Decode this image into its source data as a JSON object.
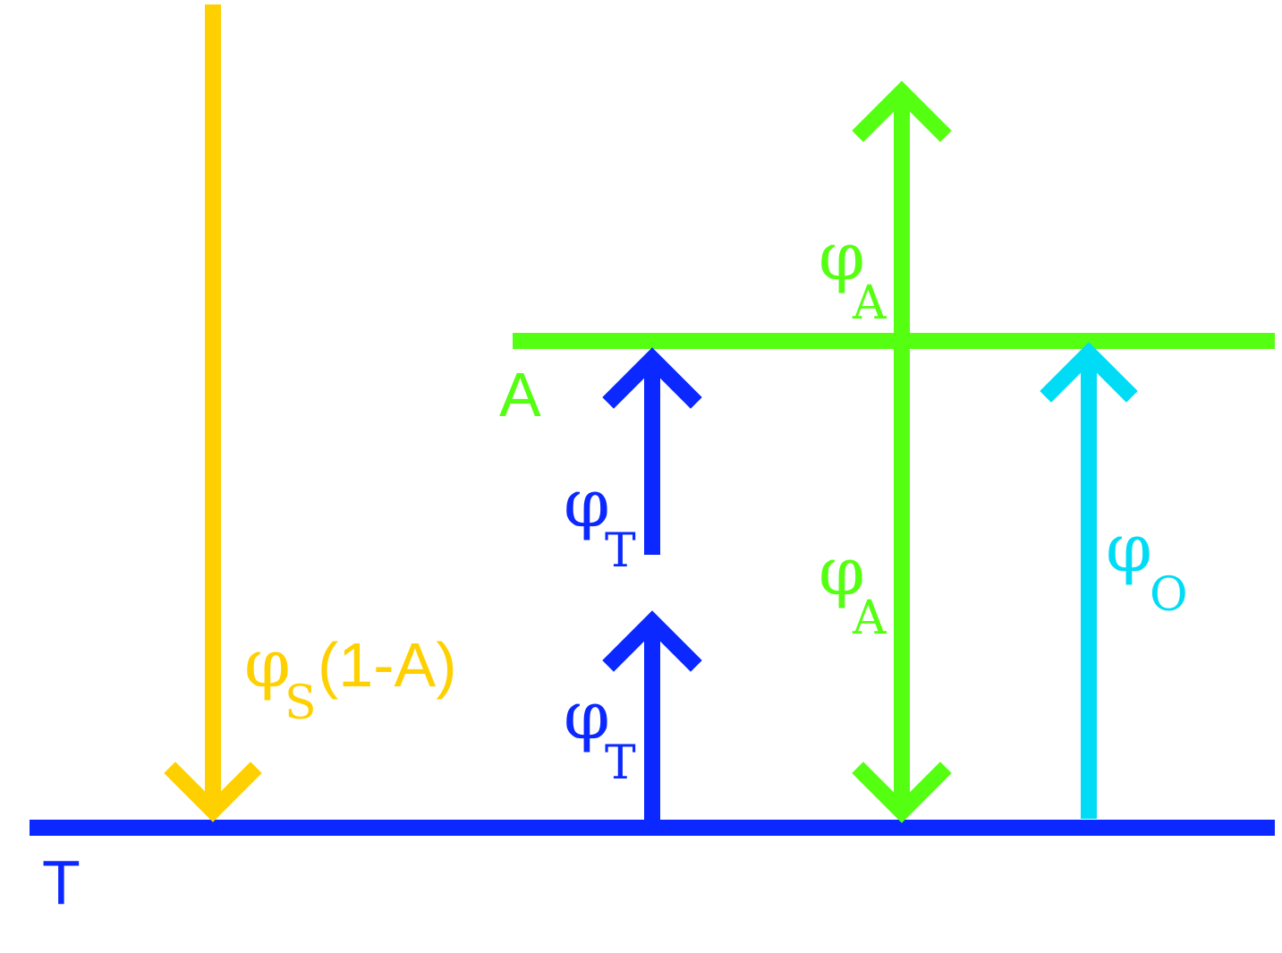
{
  "colors": {
    "yellow": "#ffd000",
    "green": "#55ff11",
    "blue": "#0a28ff",
    "cyan": "#00dcf5",
    "background": "#ffffff"
  },
  "levels": {
    "ground_label": "T",
    "upper_label": "A"
  },
  "labels": {
    "yellow": {
      "symbol": "φ",
      "subscript": "S",
      "suffix": "(1-A)"
    },
    "blue_upper": {
      "symbol": "φ",
      "subscript": "T"
    },
    "blue_lower": {
      "symbol": "φ",
      "subscript": "T"
    },
    "green_upper": {
      "symbol": "φ",
      "subscript": "A"
    },
    "green_lower": {
      "symbol": "φ",
      "subscript": "A"
    },
    "cyan": {
      "symbol": "φ",
      "subscript": "O"
    }
  }
}
